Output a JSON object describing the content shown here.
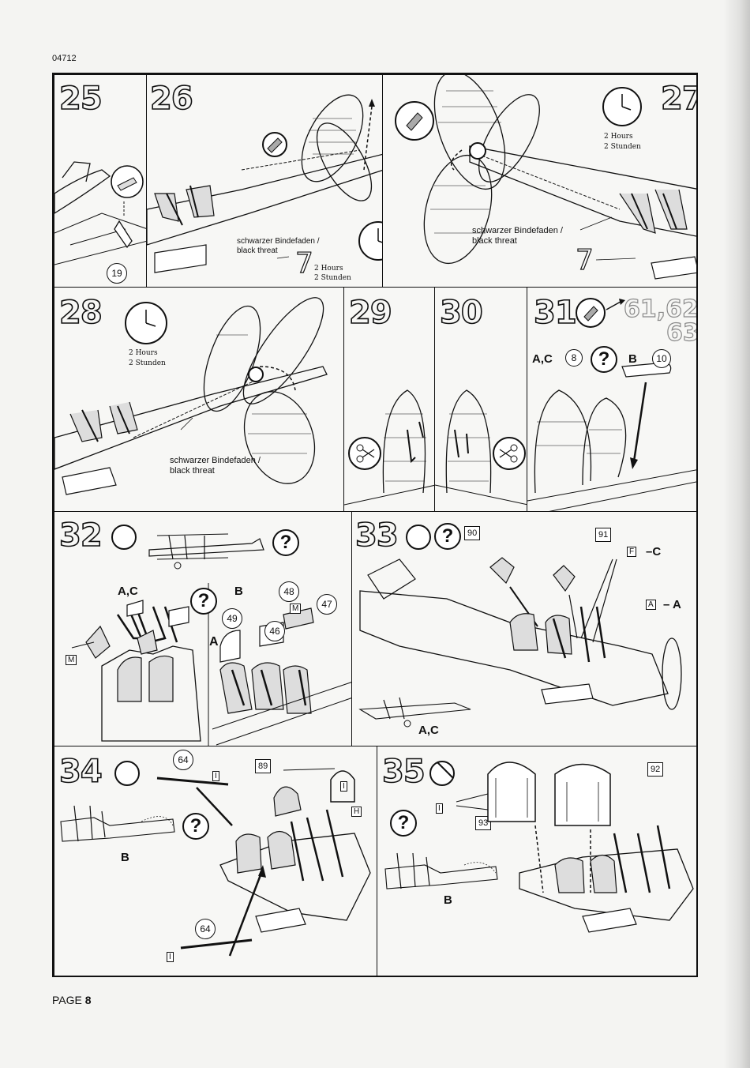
{
  "page": {
    "doc_code": "04712",
    "footer_prefix": "PAGE",
    "footer_number": "8"
  },
  "icons": {
    "glue": "glue-tube-icon",
    "no_glue": "no-glue-icon",
    "optional": "question-mark-icon",
    "clock": "clock-icon",
    "scissors": "scissors-icon",
    "arrow": "arrow-icon",
    "plane": "biplane-silhouette-icon"
  },
  "notes": {
    "thread": "schwarzer Bindefaden /",
    "thread_en": "black threat",
    "hours": "2  Hours",
    "stunden": "2  Stunden",
    "question": "?"
  },
  "steps": {
    "s25": {
      "number": "25",
      "parts": [
        "19"
      ]
    },
    "s26": {
      "number": "26",
      "big_part": "7"
    },
    "s27": {
      "number": "27",
      "big_part": "7"
    },
    "s28": {
      "number": "28"
    },
    "s29": {
      "number": "29"
    },
    "s30": {
      "number": "30"
    },
    "s31": {
      "number": "31",
      "variant_ac": "A,C",
      "variant_b": "B",
      "parts": [
        "8",
        "10"
      ],
      "ref_top": "61,62,",
      "ref_bottom": "63"
    },
    "s32": {
      "number": "32",
      "variant_a": "A",
      "variant_ac": "A,C",
      "variant_b": "B",
      "parts": [
        "48",
        "47",
        "49",
        "46"
      ],
      "decal": "M"
    },
    "s33": {
      "number": "33",
      "variant_ac": "A,C",
      "boxes": [
        "90",
        "91"
      ],
      "decal_f": "F",
      "label_c": "–C",
      "decal_a": "A",
      "label_a": "– A"
    },
    "s34": {
      "number": "34",
      "variant_b": "B",
      "parts": [
        "64",
        "64"
      ],
      "boxes": [
        "89"
      ],
      "decals": [
        "I",
        "I",
        "H",
        "I"
      ]
    },
    "s35": {
      "number": "35",
      "variant_b": "B",
      "boxes": [
        "92",
        "93"
      ],
      "decals": [
        "I"
      ]
    }
  }
}
